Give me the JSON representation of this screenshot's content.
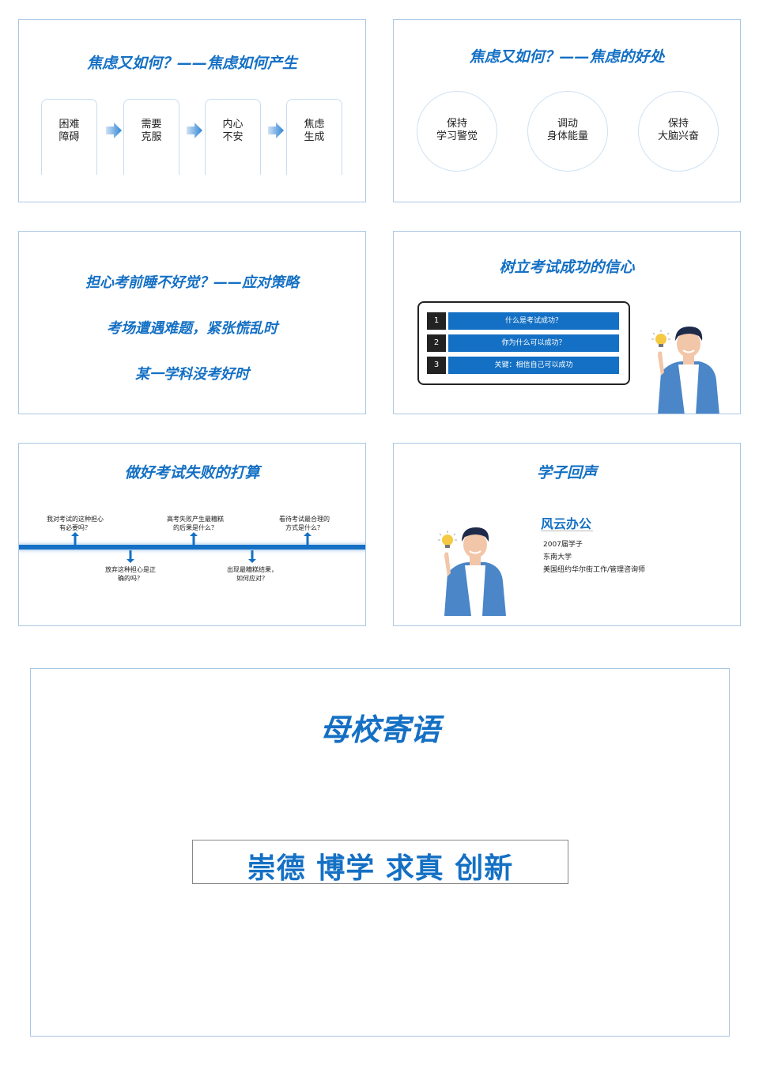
{
  "slide1": {
    "title": "焦虑又如何？——焦虑如何产生",
    "steps": [
      "困难\n障碍",
      "需要\n克服",
      "内心\n不安",
      "焦虑\n生成"
    ]
  },
  "slide2": {
    "title": "焦虑又如何？——焦虑的好处",
    "circles": [
      "保持\n学习警觉",
      "调动\n身体能量",
      "保持\n大脑兴奋"
    ]
  },
  "slide3": {
    "lines": [
      "担心考前睡不好觉？——应对策略",
      "考场遭遇难题，紧张慌乱时",
      "某一学科没考好时"
    ]
  },
  "slide4": {
    "title": "树立考试成功的信心",
    "items": [
      {
        "num": "1",
        "text": "什么是考试成功？"
      },
      {
        "num": "2",
        "text": "你为什么可以成功？"
      },
      {
        "num": "3",
        "text": "关键：相信自己可以成功"
      }
    ]
  },
  "slide5": {
    "title": "做好考试失败的打算",
    "above": [
      "我对考试的这种担心\n有必要吗？",
      "高考失败产生最糟糕\n的后果是什么？",
      "看待考试最合理的\n方式是什么？"
    ],
    "below": [
      "放弃这种担心是正\n确的吗？",
      "出现最糟糕结果，\n如何应对？"
    ]
  },
  "slide6": {
    "title": "学子回声",
    "name": "风云办公",
    "details": [
      "2007届学子",
      "东南大学",
      "美国纽约华尔街工作/管理咨询师"
    ]
  },
  "slide7": {
    "title": "母校寄语",
    "motto": "崇德 博学  求真  创新"
  },
  "colors": {
    "accent": "#1470c4",
    "border": "#a9c8e6",
    "dark": "#222222"
  },
  "icons": [
    "chevron-right-icon",
    "arrow-up-icon",
    "arrow-down-icon",
    "lightbulb-icon"
  ]
}
